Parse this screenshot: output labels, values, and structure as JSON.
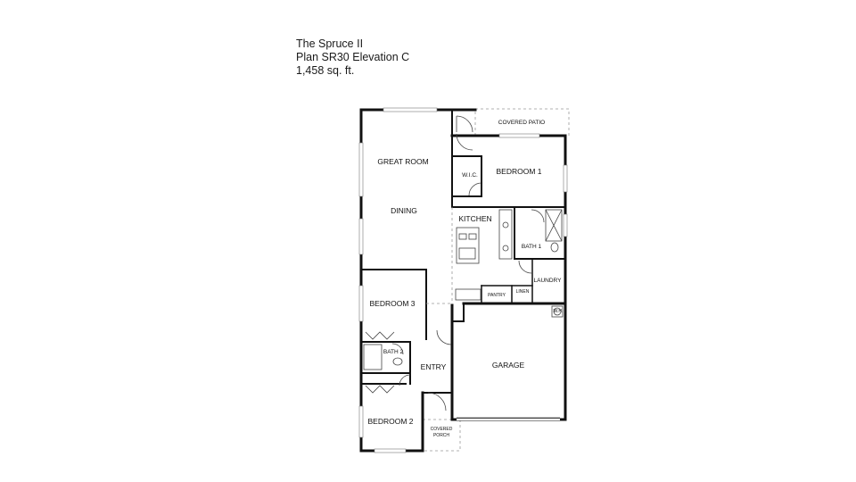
{
  "header": {
    "name": "The Spruce II",
    "plan": "Plan SR30 Elevation C",
    "area": "1,458 sq. ft."
  },
  "rooms": {
    "covered_patio": "COVERED PATIO",
    "great_room": "GREAT ROOM",
    "dining": "DINING",
    "wic": "W.I.C.",
    "bedroom1": "BEDROOM 1",
    "kitchen": "KITCHEN",
    "bath1": "BATH 1",
    "laundry": "LAUNDRY",
    "pantry": "PANTRY",
    "linen": "LINEN",
    "wh": "W.H.",
    "bedroom3": "BEDROOM 3",
    "bath2": "BATH 2",
    "entry": "ENTRY",
    "garage": "GARAGE",
    "bedroom2": "BEDROOM 2",
    "covered_porch_line1": "COVERED",
    "covered_porch_line2": "PORCH"
  },
  "colors": {
    "wall": "#111111",
    "background": "#ffffff"
  }
}
